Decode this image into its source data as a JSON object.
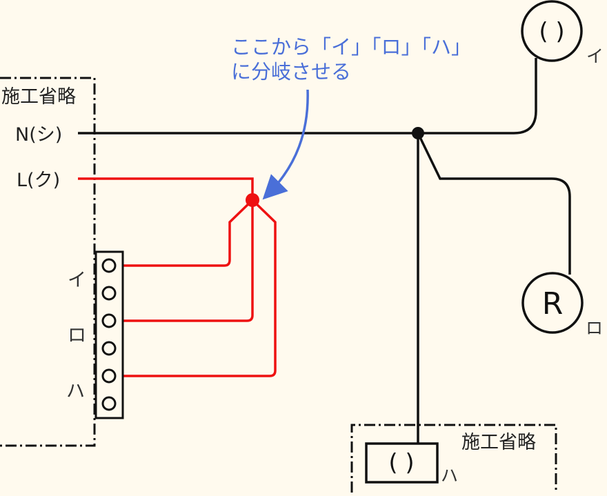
{
  "annotation": {
    "line1": "ここから「イ」「ロ」「ハ」",
    "line2": "に分岐させる"
  },
  "left_box": {
    "omitted_label": "施工省略",
    "neutral_label": "N(シ)",
    "live_label": "L(ク)",
    "terminals": [
      "イ",
      "ロ",
      "ハ"
    ]
  },
  "lamps": {
    "i": {
      "symbol": "( )",
      "tag": "イ"
    },
    "ro": {
      "symbol": "R",
      "tag": "ロ"
    },
    "ha": {
      "symbol": "( )",
      "tag": "ハ"
    }
  },
  "bottom_box": {
    "omitted_label": "施工省略"
  },
  "colors": {
    "background": "#fffaee",
    "neutral_wire": "#111111",
    "live_wire": "#ee1111",
    "annotation": "#4a6fd8"
  }
}
